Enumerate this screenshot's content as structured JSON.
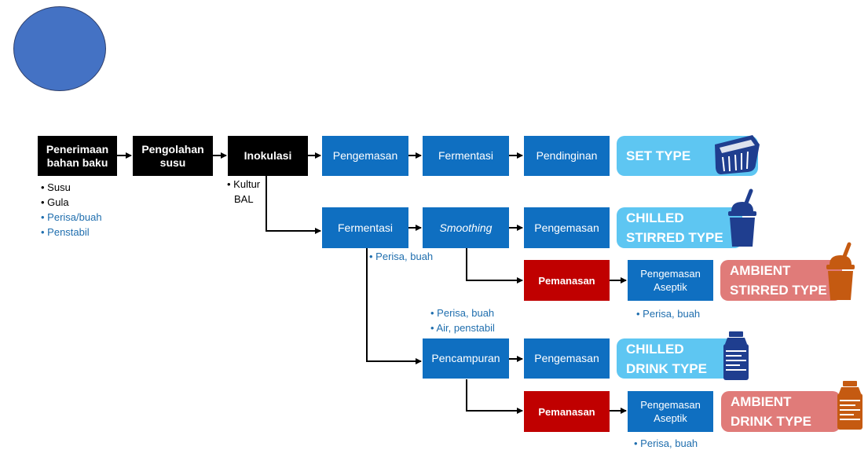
{
  "steps": {
    "penerimaan": "Penerimaan bahan baku",
    "pengolahan": "Pengolahan susu",
    "inokulasi": "Inokulasi",
    "pengemasan_1": "Pengemasan",
    "fermentasi_1": "Fermentasi",
    "pendinginan": "Pendinginan",
    "fermentasi_2": "Fermentasi",
    "smoothing": "Smoothing",
    "pengemasan_2": "Pengemasan",
    "pemanasan_1": "Pemanasan",
    "pengemasan_aseptik_1": "Pengemasan Aseptik",
    "pencampuran": "Pencampuran",
    "pengemasan_3": "Pengemasan",
    "pemanasan_2": "Pemanasan",
    "pengemasan_aseptik_2": "Pengemasan Aseptik"
  },
  "notes": {
    "bahan": {
      "susu": "• Susu",
      "gula": "• Gula",
      "perisa_buah": "• Perisa/buah",
      "penstabil": "• Penstabil"
    },
    "kultur_1": "• Kultur",
    "kultur_2": "BAL",
    "perisa_buah_1": "• Perisa, buah",
    "perisa_buah_2": "• Perisa, buah",
    "air_penstabil": "• Air, penstabil",
    "perisa_buah_3": "• Perisa, buah",
    "perisa_buah_4": "• Perisa, buah"
  },
  "results": {
    "set_type": "SET TYPE",
    "chilled_stirred_1": "CHILLED",
    "chilled_stirred_2": "STIRRED TYPE",
    "ambient_stirred_1": "AMBIENT",
    "ambient_stirred_2": "STIRRED TYPE",
    "chilled_drink_1": "CHILLED",
    "chilled_drink_2": "DRINK TYPE",
    "ambient_drink_1": "AMBIENT",
    "ambient_drink_2": "DRINK TYPE"
  },
  "colors": {
    "black_box": "#000000",
    "blue_box": "#0f6fc1",
    "red_box": "#c00000",
    "light_blue_result": "#5ec6f2",
    "pink_result": "#e07b79",
    "circle": "#4472c4",
    "icon_navy": "#1f3e8f",
    "icon_brown": "#c55a11"
  },
  "icons": [
    "decorative-circle",
    "cup-icon",
    "yogurt-cup-spoon-icon",
    "bottle-icon"
  ]
}
